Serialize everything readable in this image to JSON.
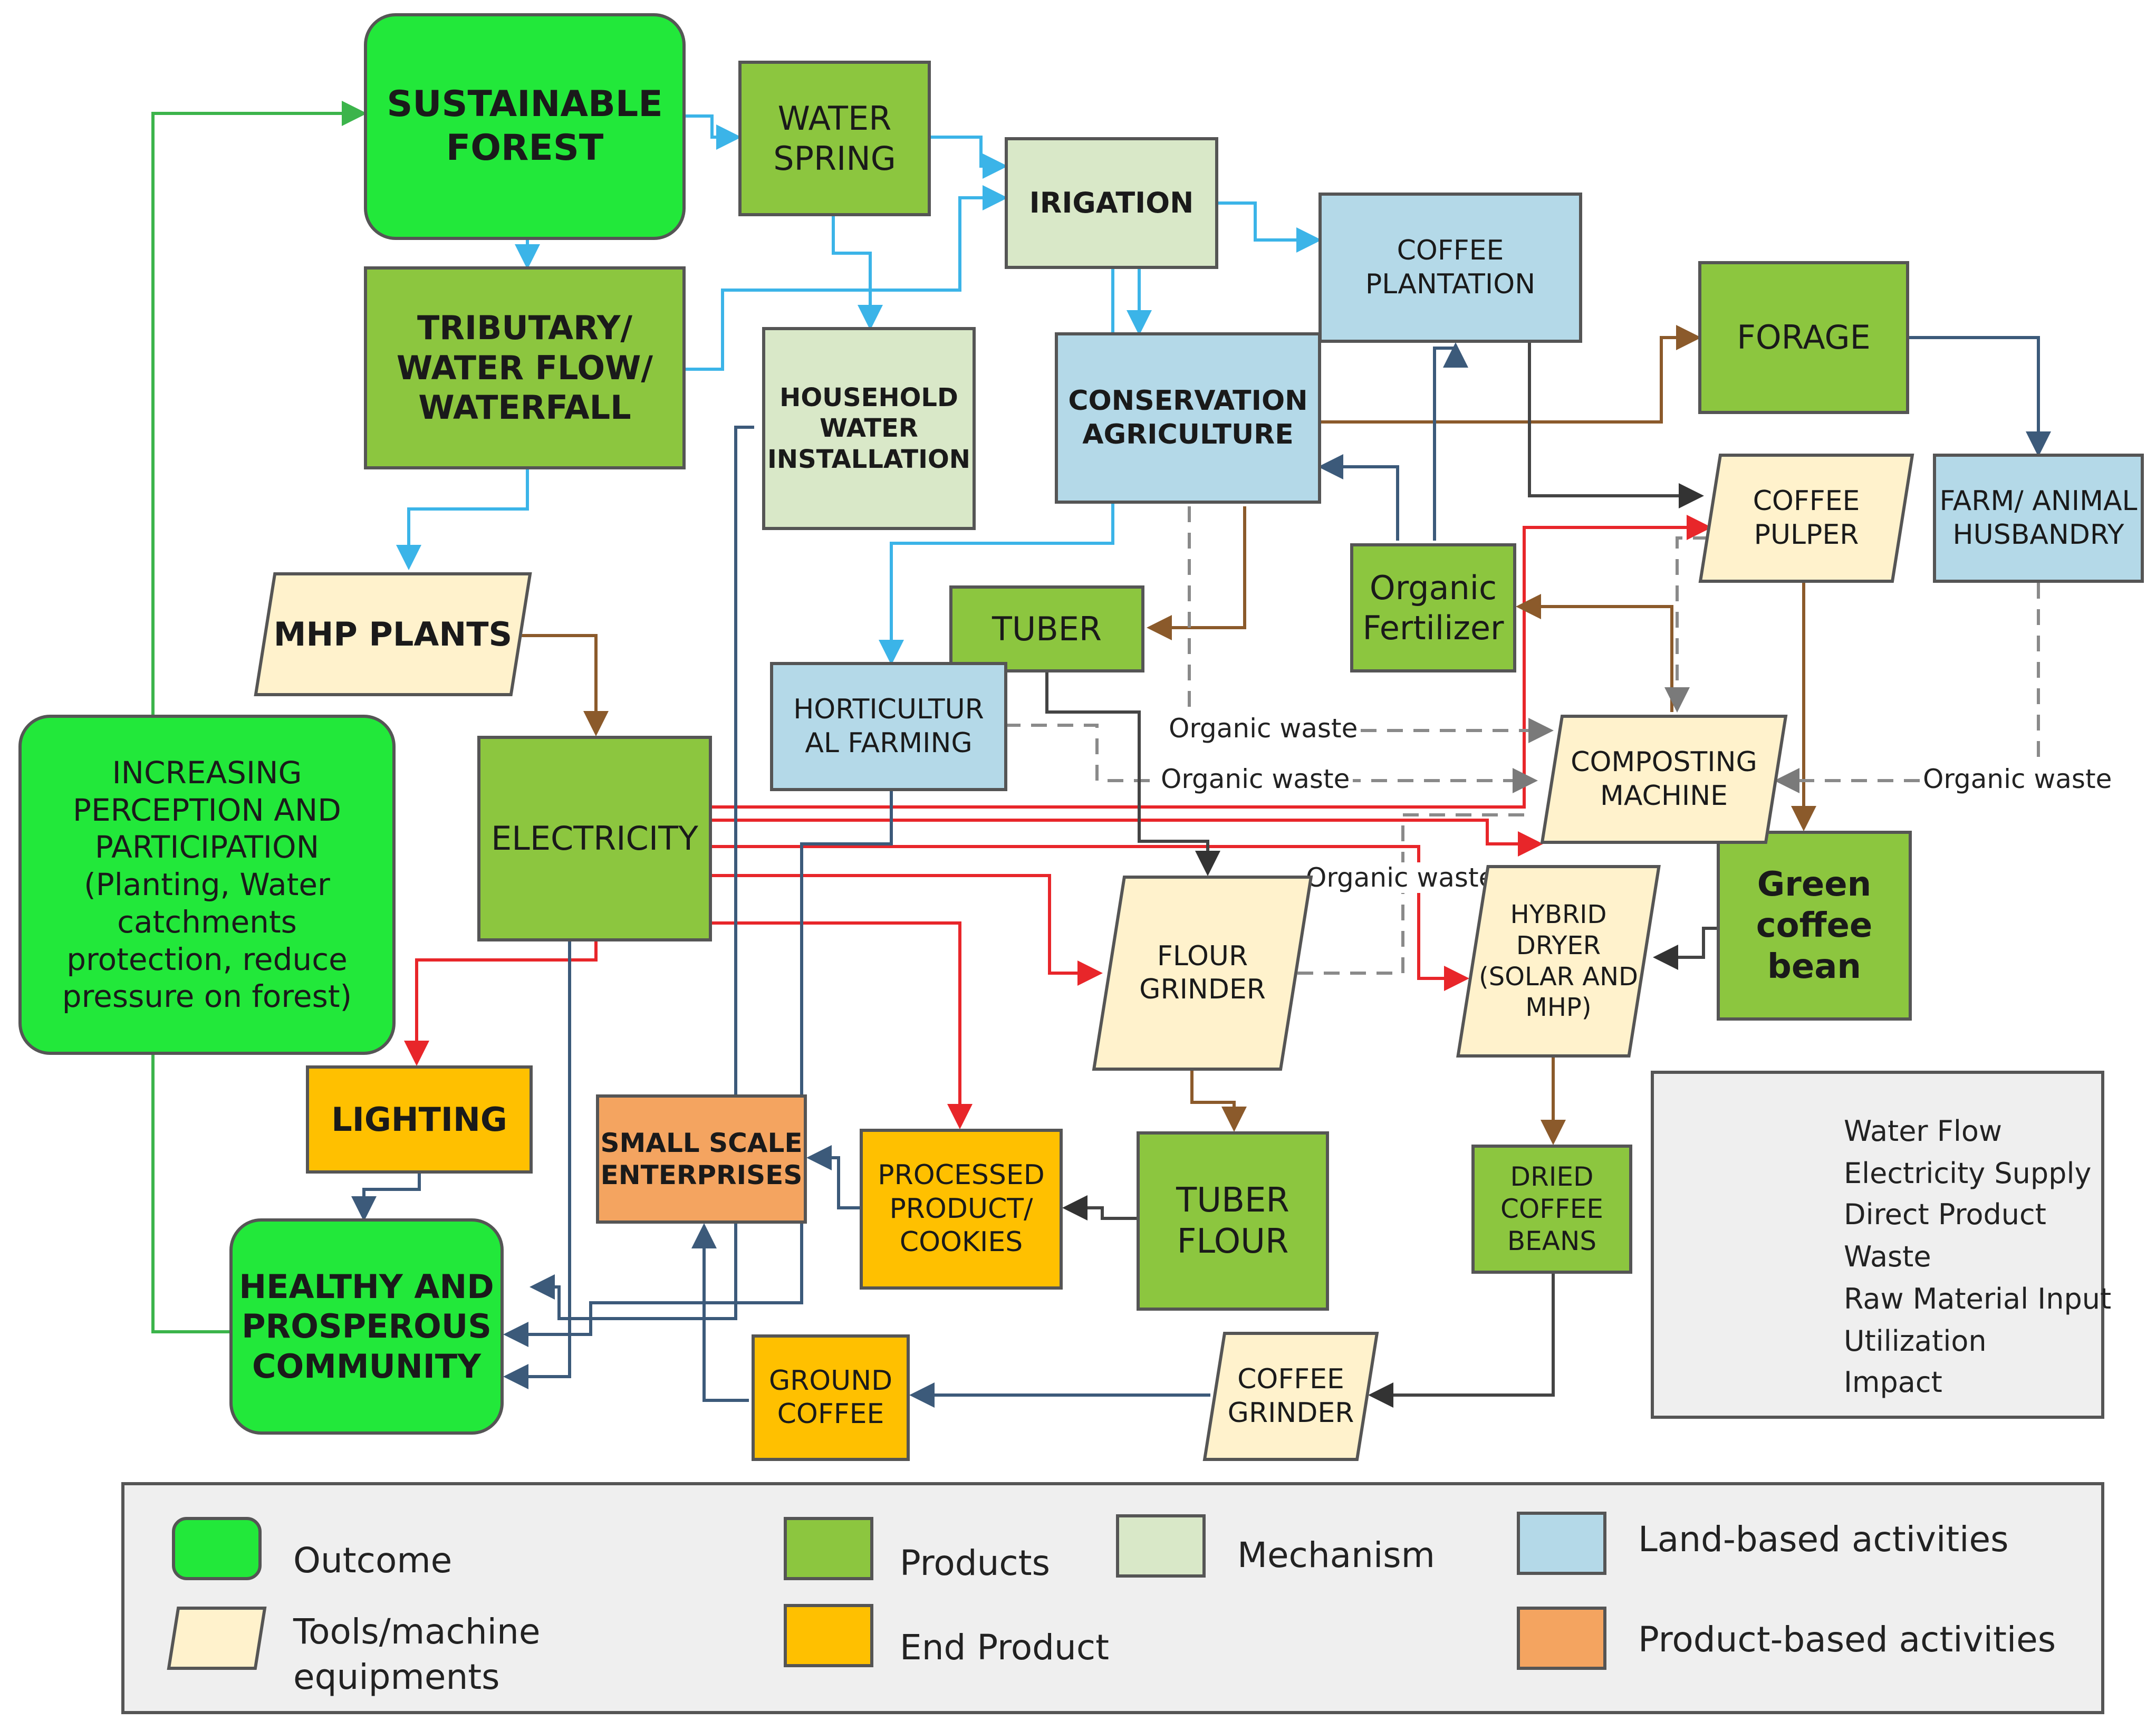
{
  "nodes": {
    "sustainable_forest": "SUSTAINABLE FOREST",
    "water_spring": "WATER SPRING",
    "irigation": "IRIGATION",
    "coffee_plantation": "COFFEE PLANTATION",
    "forage": "FORAGE",
    "tributary": "TRIBUTARY/ WATER FLOW/ WATERFALL",
    "household_water": "HOUSEHOLD WATER INSTALLATION",
    "conservation_agriculture": "CONSERVATION AGRICULTURE",
    "coffee_pulper": "COFFEE PULPER",
    "farm_animal": "FARM/ ANIMAL HUSBANDRY",
    "mhp_plants": "MHP PLANTS",
    "tuber": "TUBER",
    "organic_fertilizer": "Organic Fertilizer",
    "horticultural_farming": "HORTICULTUR AL FARMING",
    "composting_machine": "COMPOSTING MACHINE",
    "increasing_perception": "INCREASING PERCEPTION AND PARTICIPATION (Planting, Water catchments protection, reduce pressure on forest)",
    "electricity": "ELECTRICITY",
    "flour_grinder": "FLOUR GRINDER",
    "hybrid_dryer": "HYBRID DRYER (SOLAR AND MHP)",
    "green_coffee_bean": "Green coffee bean",
    "lighting": "LIGHTING",
    "small_scale_enterprises": "SMALL SCALE ENTERPRISES",
    "processed_product": "PROCESSED PRODUCT/ COOKIES",
    "tuber_flour": "TUBER FLOUR",
    "dried_coffee_beans": "DRIED COFFEE BEANS",
    "healthy_community": "HEALTHY AND PROSPEROUS COMMUNITY",
    "ground_coffee": "GROUND COFFEE",
    "coffee_grinder": "COFFEE GRINDER"
  },
  "waste_labels": [
    "Organic waste",
    "Organic waste",
    "Organic waste",
    "Organic waste"
  ],
  "flow_legend": [
    {
      "label": "Water Flow",
      "color": "#3bb4e8"
    },
    {
      "label": "Electricity Supply",
      "color": "#e8262a"
    },
    {
      "label": "Direct Product",
      "color": "#8b5a2b"
    },
    {
      "label": "Waste",
      "color": "#9a9a9a"
    },
    {
      "label": "Raw Material Input",
      "color": "#333333"
    },
    {
      "label": "Utilization",
      "color": "#3c5a7a"
    },
    {
      "label": "Impact",
      "color": "#3cb44b"
    }
  ],
  "type_legend": [
    {
      "label": "Outcome",
      "color": "#22e83a"
    },
    {
      "label": "Products",
      "color": "#8cc63f"
    },
    {
      "label": "Mechanism",
      "color": "#d9e8c8"
    },
    {
      "label": "Land-based activities",
      "color": "#b4d9e8"
    },
    {
      "label": "Tools/machine equipments",
      "color": "#fff2cc"
    },
    {
      "label": "End Product",
      "color": "#ffc000"
    },
    {
      "label": "Product-based activities",
      "color": "#f4a460"
    }
  ]
}
